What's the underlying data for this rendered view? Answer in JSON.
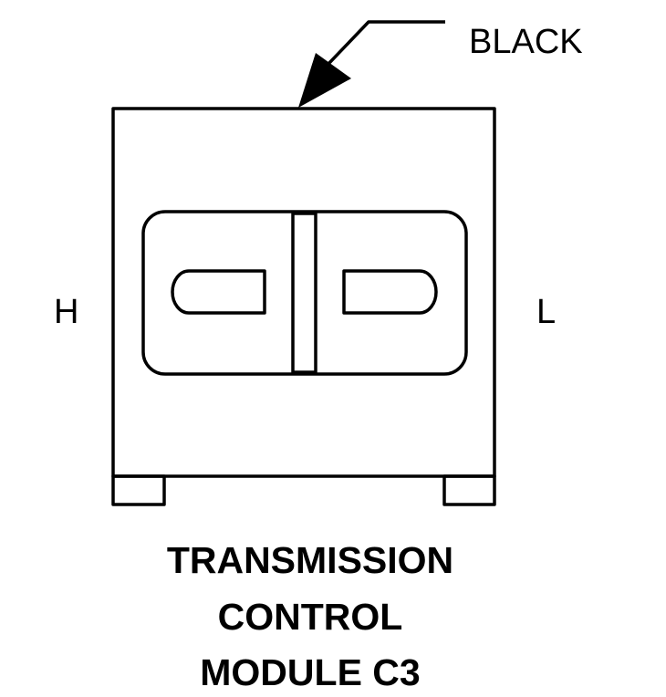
{
  "diagram": {
    "wire_color_label": "BLACK",
    "left_terminal_label": "H",
    "right_terminal_label": "L",
    "title_lines": [
      "TRANSMISSION",
      "CONTROL",
      "MODULE C3"
    ]
  }
}
